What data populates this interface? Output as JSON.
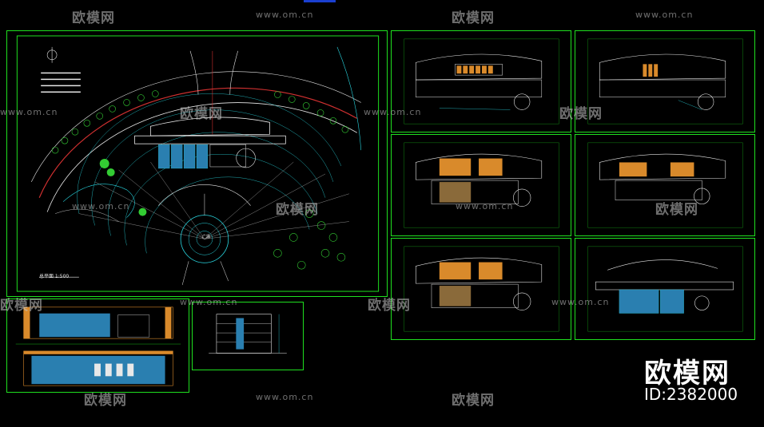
{
  "main_plan": {
    "scale_label": "总平面   1:500",
    "center_label": "广场"
  },
  "watermark": {
    "logo_text": "欧模网",
    "url_text": "www.om.cn",
    "big_text": "欧模网",
    "id_text": "ID:2382000"
  },
  "colors": {
    "background": "#000000",
    "frame": "#1fe01f",
    "line_cyan": "#29d6e0",
    "line_white": "#e8e8e8",
    "line_red": "#d03030",
    "tree_green": "#33cc33",
    "elevation_orange": "#d98a2b"
  }
}
